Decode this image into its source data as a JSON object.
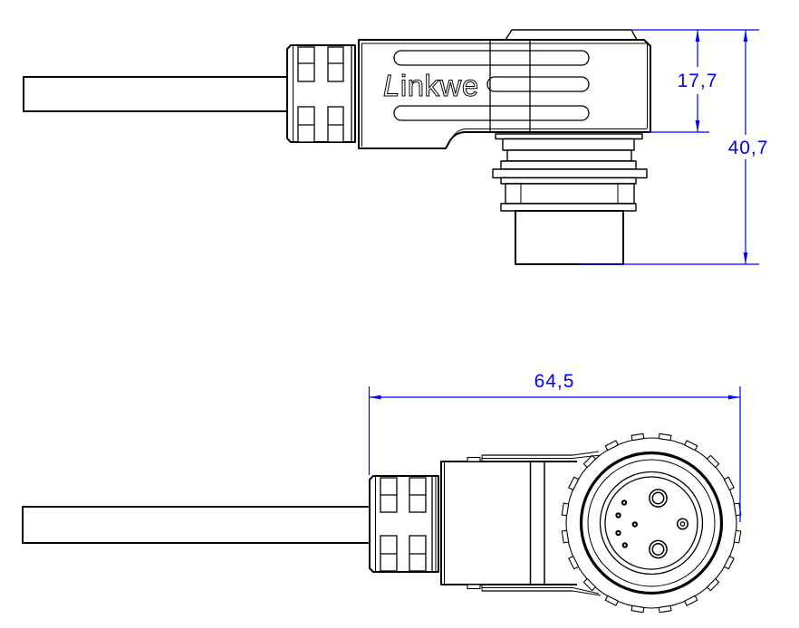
{
  "brand": {
    "first_letter": "L",
    "rest": "inkwe",
    "full": "Linkwe"
  },
  "dimensions": {
    "connector_body_height": "17,7",
    "connector_total_height": "40,7",
    "connector_total_length": "64,5"
  },
  "colors": {
    "dimension_blue": "#0000ff",
    "line_black": "#000000",
    "background_white": "#ffffff"
  },
  "knurl": {
    "dash_count": 20,
    "dash_step_deg": 18,
    "dash_offset_deg": 9
  }
}
